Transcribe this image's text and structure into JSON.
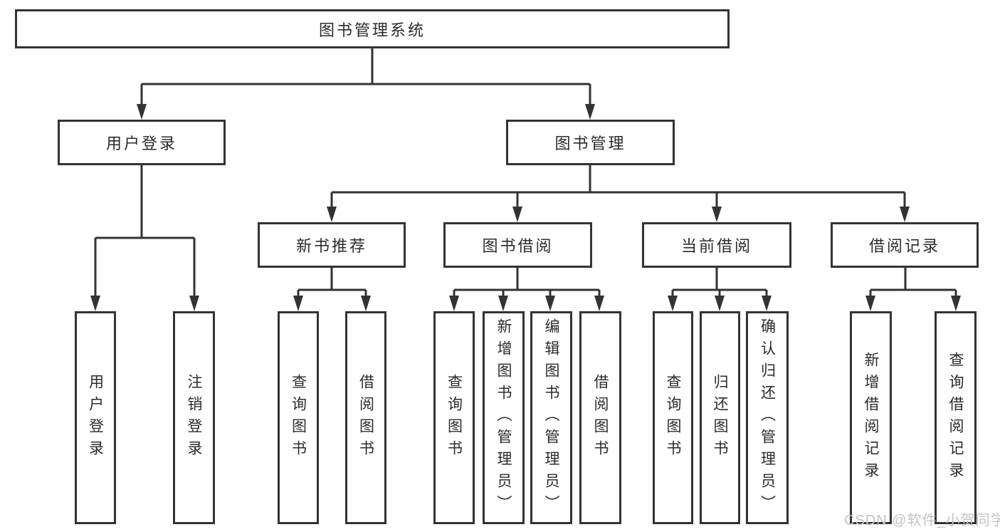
{
  "diagram": {
    "type": "hierarchy",
    "root": {
      "label": "图书管理系统"
    },
    "branches": [
      {
        "label": "用户登录",
        "leaves": [
          {
            "label": "用户登录"
          },
          {
            "label": "注销登录"
          }
        ]
      },
      {
        "label": "图书管理",
        "groups": [
          {
            "label": "新书推荐",
            "leaves": [
              {
                "label": "查询图书"
              },
              {
                "label": "借阅图书"
              }
            ]
          },
          {
            "label": "图书借阅",
            "leaves": [
              {
                "label": "查询图书"
              },
              {
                "label": "新增图书（管理员）"
              },
              {
                "label": "编辑图书（管理员）"
              },
              {
                "label": "借阅图书"
              }
            ]
          },
          {
            "label": "当前借阅",
            "leaves": [
              {
                "label": "查询图书"
              },
              {
                "label": "归还图书"
              },
              {
                "label": "确认归还（管理员）"
              }
            ]
          },
          {
            "label": "借阅记录",
            "leaves": [
              {
                "label": "新增借阅记录"
              },
              {
                "label": "查询借阅记录"
              }
            ]
          }
        ]
      }
    ]
  },
  "watermark": {
    "text": "CSDN @软件_小贺同学",
    "color": "#c3c3c3"
  },
  "colors": {
    "line": "#333333",
    "box_border": "#333333",
    "text": "#2b2b2b",
    "background": "#ffffff"
  }
}
